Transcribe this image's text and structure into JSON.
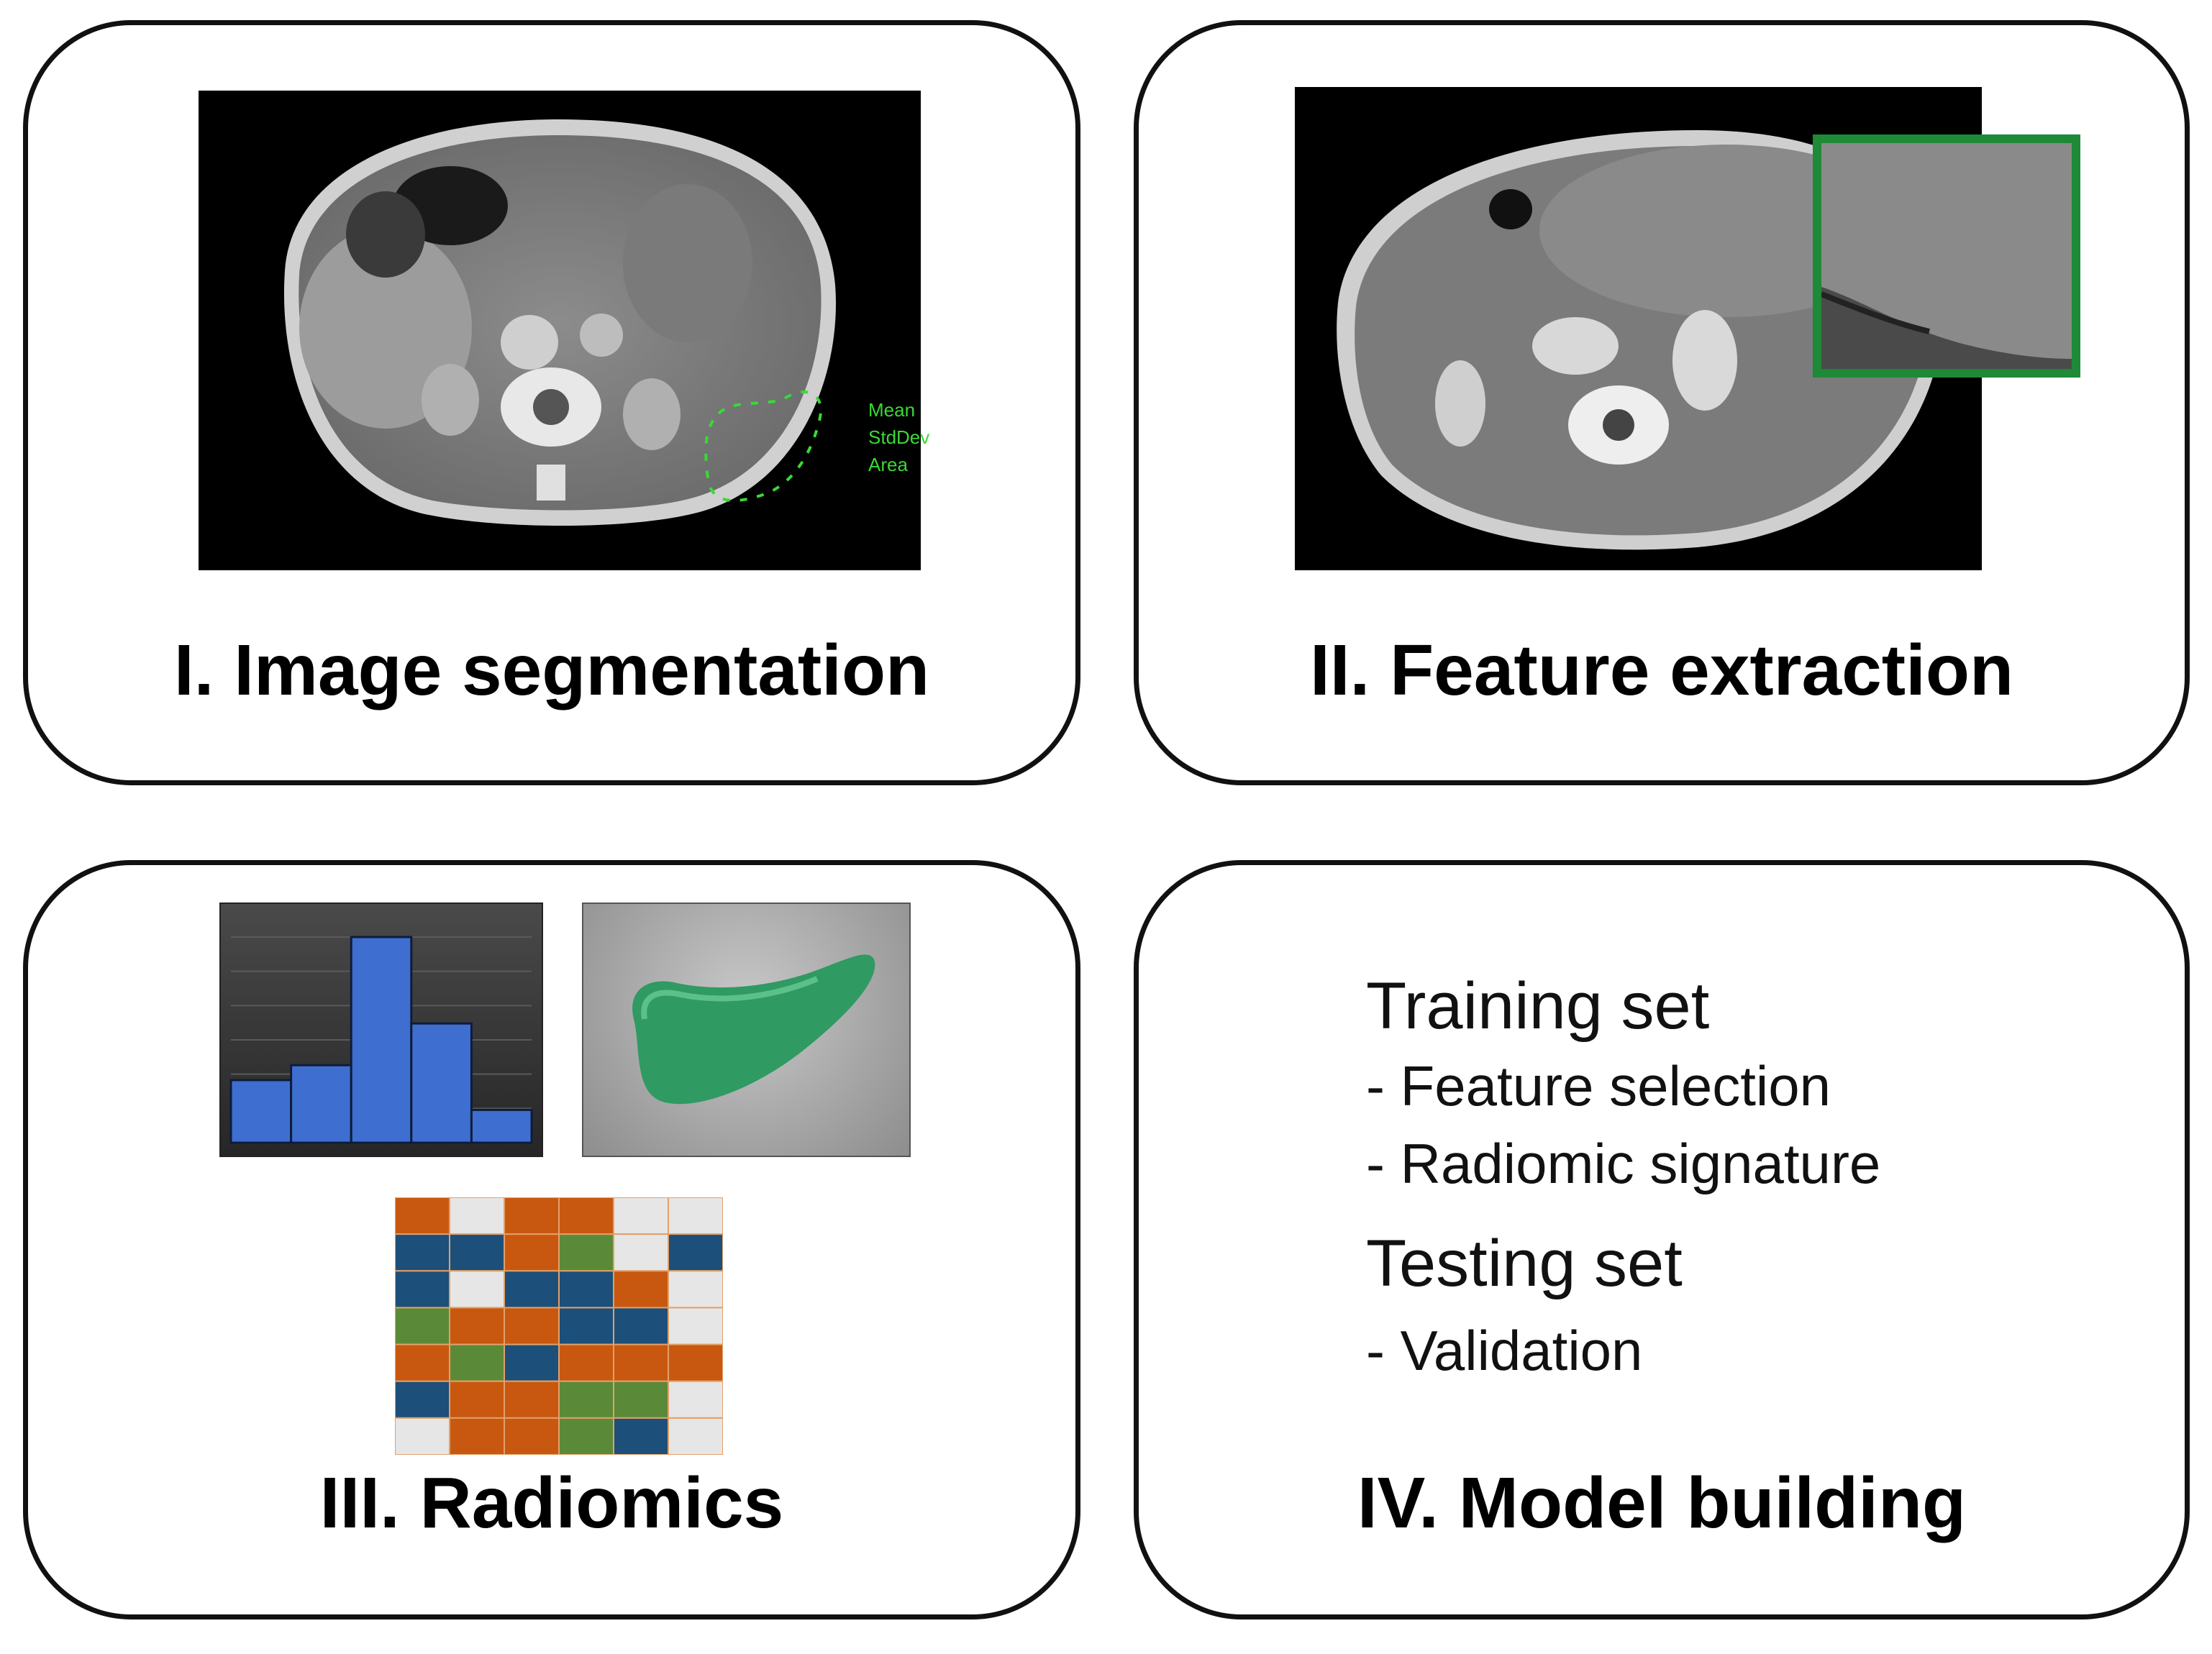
{
  "panels": {
    "segmentation": {
      "title": "I. Image segmentation",
      "roi_labels": [
        "Mean",
        "StdDev",
        "Area"
      ],
      "roi_color": "#39d936"
    },
    "extraction": {
      "title": "II. Feature extraction",
      "zoom_frame_color": "#1e8a37"
    },
    "radiomics": {
      "title": "III. Radiomics",
      "histogram": {
        "values": [
          2.1,
          2.6,
          6.9,
          4.0,
          1.1
        ],
        "bar_color": "#3e6fd0"
      },
      "matrix": {
        "palette": {
          "O": "#c8580f",
          "B": "#1c4f79",
          "G": "#5a8a37",
          "W": "#e6e6e6"
        },
        "rows": [
          [
            "O",
            "W",
            "O",
            "O",
            "W",
            "W"
          ],
          [
            "B",
            "B",
            "O",
            "G",
            "W",
            "B"
          ],
          [
            "B",
            "W",
            "B",
            "B",
            "O",
            "W"
          ],
          [
            "G",
            "O",
            "O",
            "B",
            "B",
            "W"
          ],
          [
            "O",
            "G",
            "B",
            "O",
            "O",
            "O"
          ],
          [
            "B",
            "O",
            "O",
            "G",
            "G",
            "W"
          ],
          [
            "W",
            "O",
            "O",
            "G",
            "B",
            "W"
          ]
        ]
      }
    },
    "model": {
      "title": "IV. Model building",
      "training_head": "Training set",
      "training_items": [
        "- Feature selection",
        "- Radiomic signature"
      ],
      "testing_head": "Testing set",
      "testing_items": [
        "- Validation"
      ]
    }
  }
}
